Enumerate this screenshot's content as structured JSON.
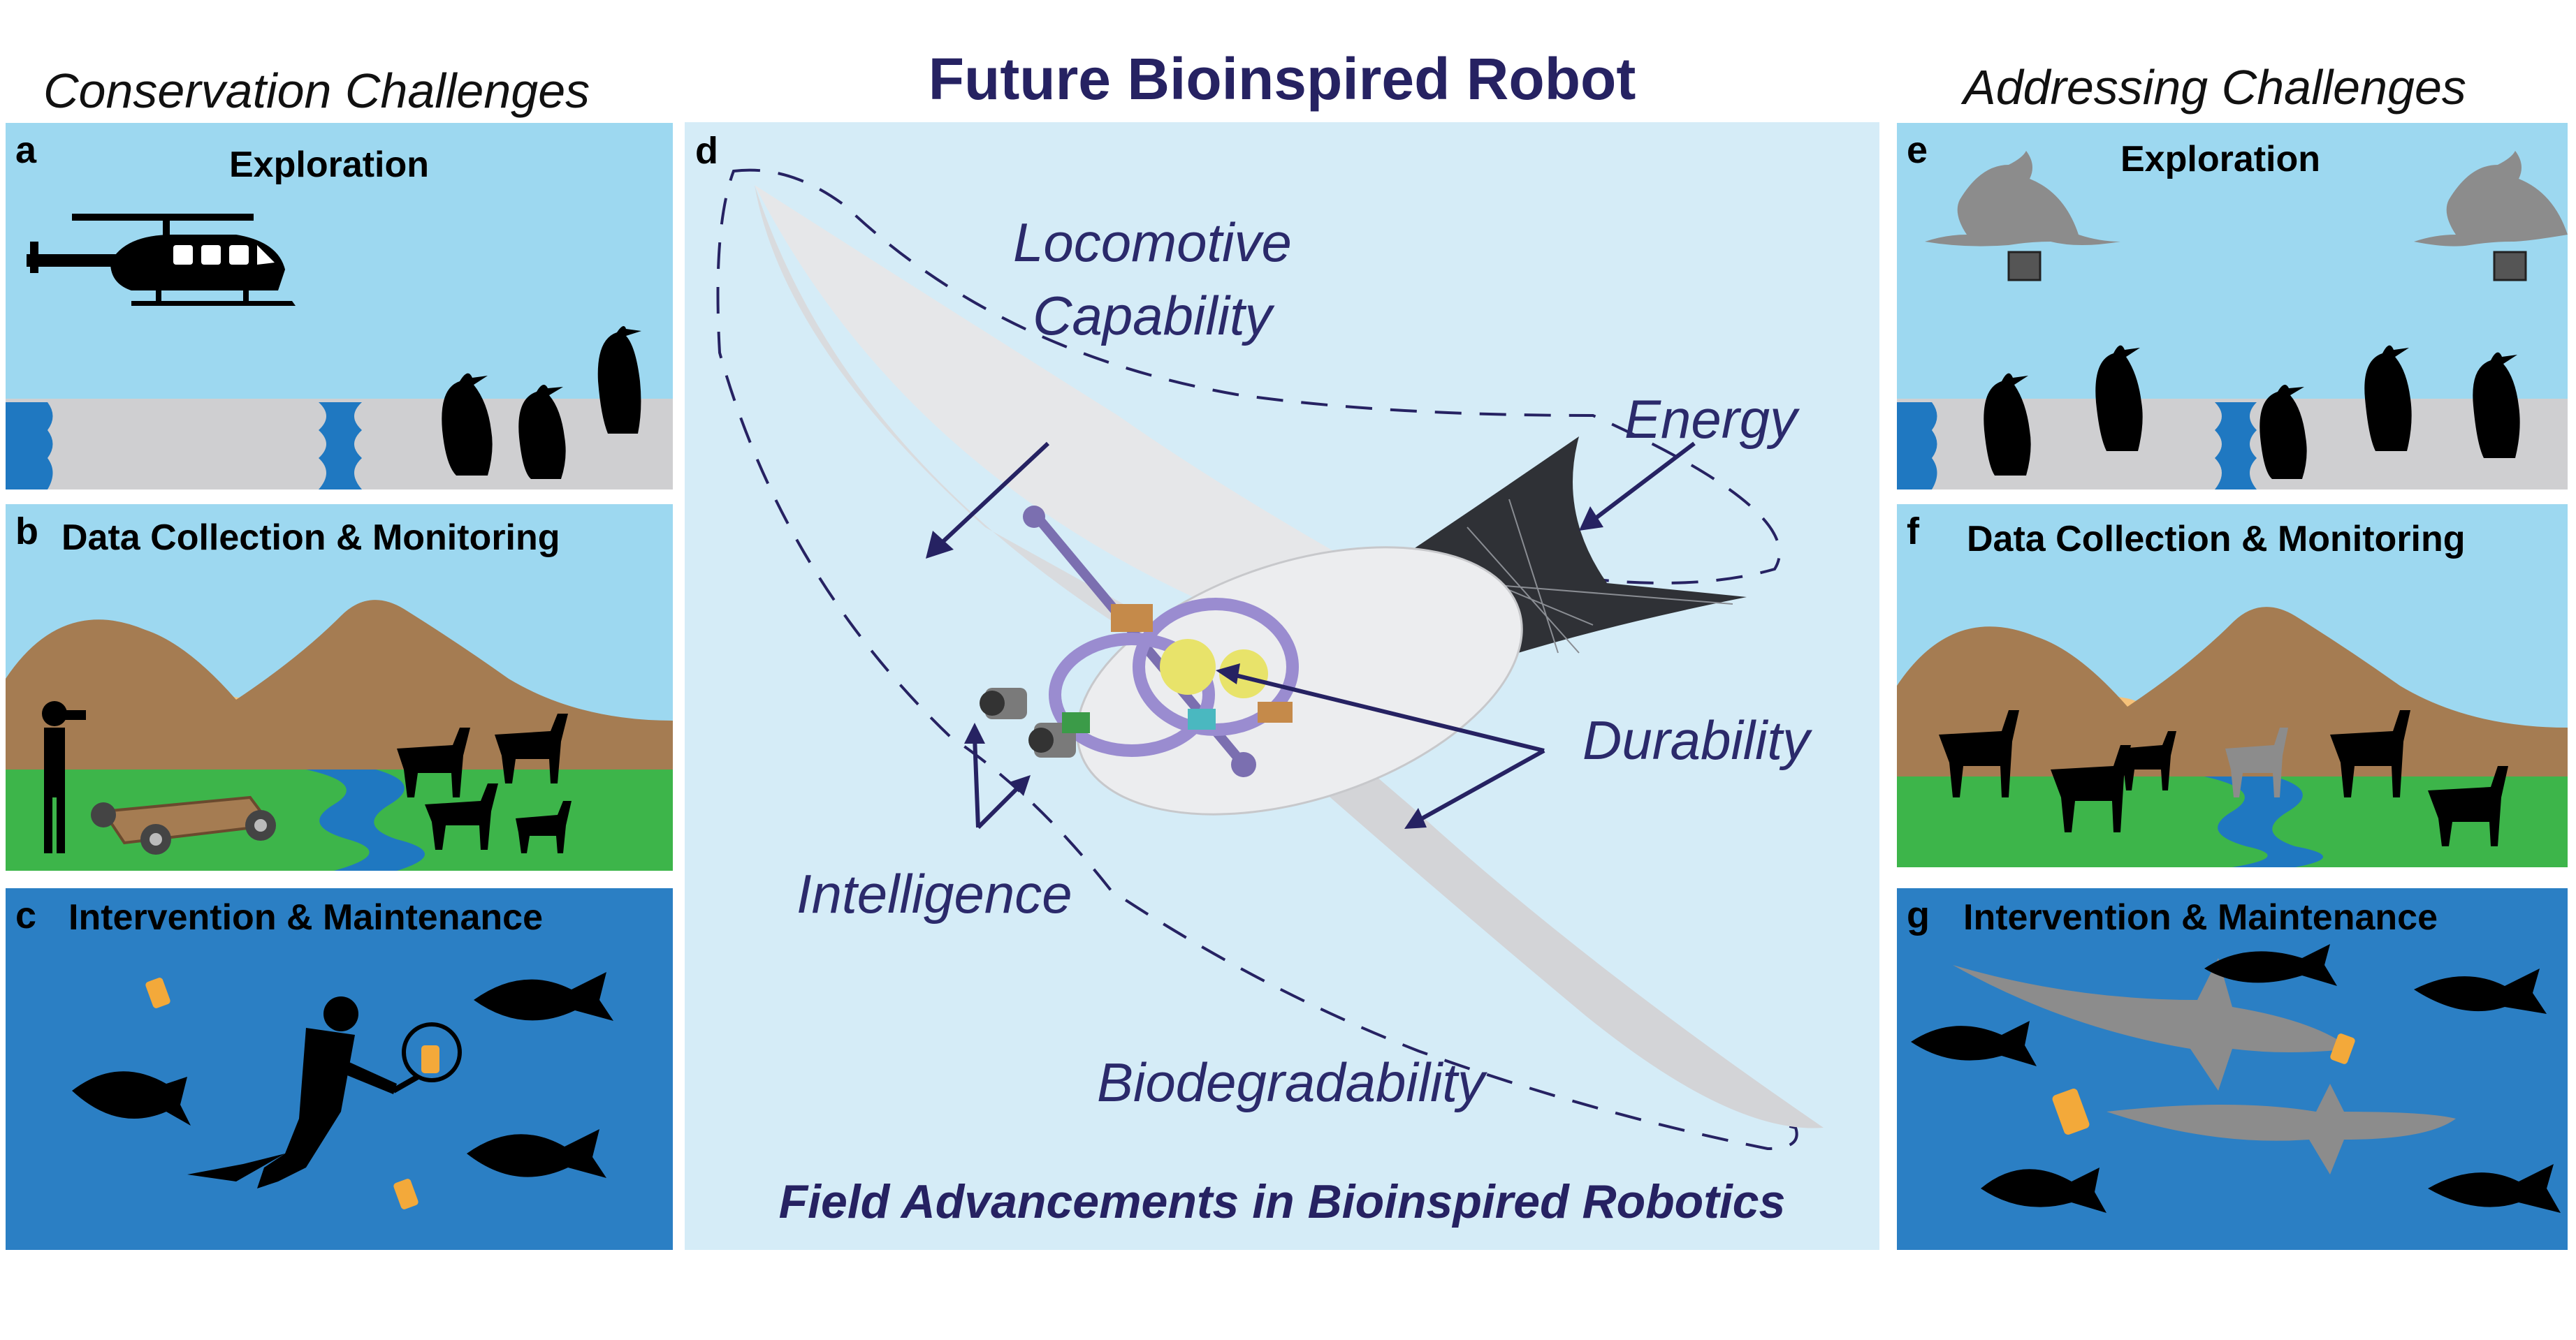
{
  "headers": {
    "left": "Conservation Challenges",
    "center": "Future Bioinspired Robot",
    "right": "Addressing Challenges"
  },
  "panels": {
    "a": {
      "letter": "a",
      "title": "Exploration"
    },
    "b": {
      "letter": "b",
      "title": "Data Collection & Monitoring"
    },
    "c": {
      "letter": "c",
      "title": "Intervention & Maintenance"
    },
    "d": {
      "letter": "d"
    },
    "e": {
      "letter": "e",
      "title": "Exploration"
    },
    "f": {
      "letter": "f",
      "title": "Data Collection & Monitoring"
    },
    "g": {
      "letter": "g",
      "title": "Intervention & Maintenance"
    }
  },
  "center_labels": {
    "locomotive": "Locomotive\nCapability",
    "energy": "Energy",
    "durability": "Durability",
    "intelligence": "Intelligence",
    "biodegradability": "Biodegradability",
    "footer": "Field Advancements in Bioinspired Robotics"
  },
  "colors": {
    "sky": "#9dd8f0",
    "ground": "#cfcfd1",
    "grass": "#3db54a",
    "mountain": "#a57c52",
    "water": "#1f78c1",
    "ocean": "#2b7fc4",
    "center_bg": "#d5ecf7",
    "label_text": "#2b2a6b",
    "title_text": "#262262"
  }
}
